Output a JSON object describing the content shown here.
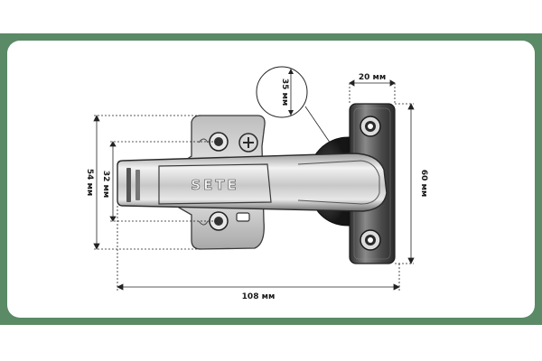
{
  "dimensions": {
    "width_total": "108 мм",
    "cup_offset": "20 мм",
    "plate_height": "60 мм",
    "arm_height": "54 мм",
    "hole_spacing": "32 мм",
    "cup_diameter": "35 мм"
  },
  "product": {
    "brand_mark": "SETE"
  },
  "colors": {
    "frame": "#5a8a66",
    "card": "#ffffff",
    "metal_light": "#e6e6e6",
    "metal_dark": "#3a3a3a",
    "dimension_line": "#222222"
  }
}
